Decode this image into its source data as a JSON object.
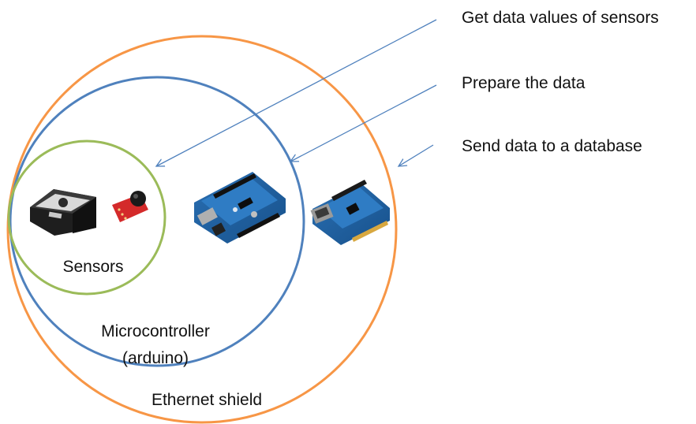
{
  "annotations": [
    {
      "text": "Get data values of sensors"
    },
    {
      "text": "Prepare the data"
    },
    {
      "text": "Send data to a database"
    }
  ],
  "circles": {
    "sensors": {
      "label": "Sensors",
      "color": "#9bbb59"
    },
    "microcontroller": {
      "label_line1": "Microcontroller",
      "label_line2": "(arduino)",
      "color": "#4f81bd"
    },
    "ethernet_shield": {
      "label": "Ethernet shield",
      "color": "#f79646"
    }
  },
  "arrow_color": "#4f81bd",
  "devices": [
    {
      "name": "dust-sensor-photo"
    },
    {
      "name": "microphone-sensor-photo"
    },
    {
      "name": "arduino-board-photo"
    },
    {
      "name": "ethernet-shield-photo"
    }
  ]
}
